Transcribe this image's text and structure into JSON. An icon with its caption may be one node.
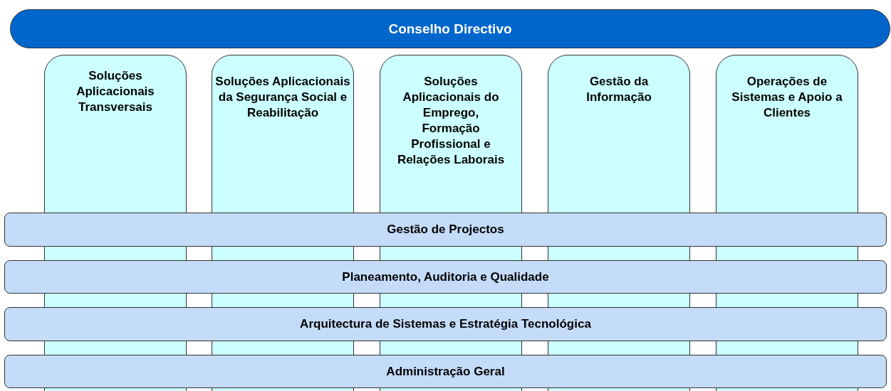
{
  "diagram": {
    "nodes": [
      {
        "text": [
          "Conselho Directivo"
        ]
      },
      {
        "text": [
          "Soluções Aplicacionais Transversais"
        ]
      },
      {
        "text": [
          "Soluções Aplicacionais da Segurança Social e Reabilitação"
        ]
      },
      {
        "text": [
          "Soluções Aplicacionais do Emprego, Formação Profissional e Relações Laborais"
        ]
      },
      {
        "text": [
          "Gestão da Informação"
        ]
      },
      {
        "text": [
          "Operações de Sistemas e Apoio a Clientes"
        ]
      },
      {
        "text": [
          "Gestão de Projectos"
        ]
      },
      {
        "text": [
          "Planeamento, Auditoria e Qualidade"
        ]
      },
      {
        "text": [
          "Arquitectura de Sistemas e Estratégia Tecnológica"
        ]
      },
      {
        "text": [
          "Administração Geral"
        ]
      }
    ],
    "edges": []
  }
}
